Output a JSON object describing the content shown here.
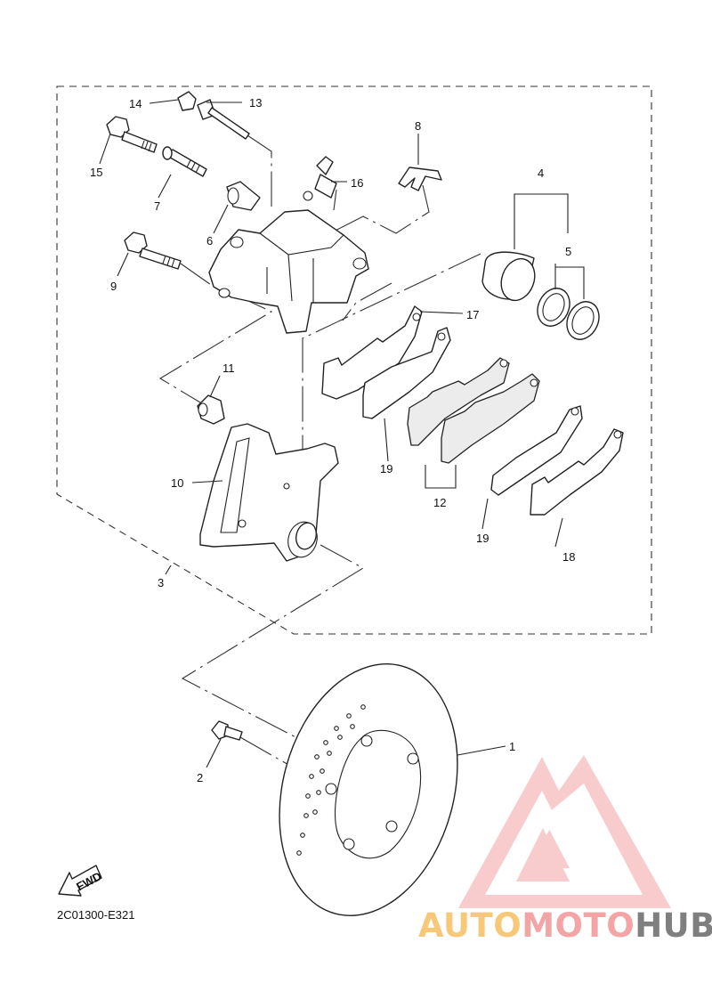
{
  "callouts": [
    {
      "id": "c1",
      "label": "1"
    },
    {
      "id": "c2",
      "label": "2"
    },
    {
      "id": "c3",
      "label": "3"
    },
    {
      "id": "c4",
      "label": "4"
    },
    {
      "id": "c5",
      "label": "5"
    },
    {
      "id": "c6",
      "label": "6"
    },
    {
      "id": "c7",
      "label": "7"
    },
    {
      "id": "c8",
      "label": "8"
    },
    {
      "id": "c9",
      "label": "9"
    },
    {
      "id": "c10",
      "label": "10"
    },
    {
      "id": "c11",
      "label": "11"
    },
    {
      "id": "c12",
      "label": "12"
    },
    {
      "id": "c13",
      "label": "13"
    },
    {
      "id": "c14",
      "label": "14"
    },
    {
      "id": "c15",
      "label": "15"
    },
    {
      "id": "c16",
      "label": "16"
    },
    {
      "id": "c17",
      "label": "17"
    },
    {
      "id": "c18",
      "label": "18"
    },
    {
      "id": "c19a",
      "label": "19"
    },
    {
      "id": "c19b",
      "label": "19"
    }
  ],
  "diagram_code": "2C01300-E321",
  "fwd_label": "FWD",
  "watermark": {
    "part1": "AUTO",
    "part2": "MOTO",
    "part3": "HUB",
    "colors": {
      "auto": "#f6c878",
      "moto": "#f4a4a4",
      "hub": "#7f7f7f",
      "logo": "#f4a4a4"
    }
  }
}
